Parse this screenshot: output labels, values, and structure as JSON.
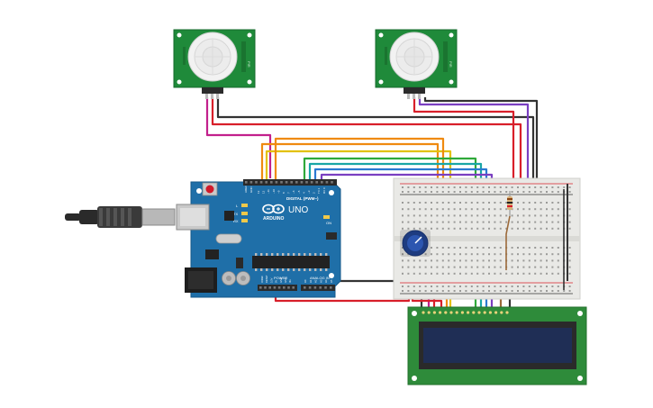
{
  "circuit": {
    "pir_sensor_label": "PIR",
    "board": {
      "brand": "ARDUINO",
      "model": "UNO",
      "digital_label": "DIGITAL (PWM~)",
      "power_label": "POWER",
      "analog_label": "ANALOG IN",
      "aref_label": "AREF",
      "gnd_label": "GND",
      "led_l": "L",
      "led_tx": "TX",
      "led_rx": "RX",
      "on_label": "ON",
      "digital_pins": [
        "13",
        "12",
        "~11",
        "~10",
        "~9",
        "8",
        "7",
        "~6",
        "~5",
        "4",
        "~3",
        "2",
        "TX 1",
        "RX 0"
      ],
      "power_pins": [
        "IOREF",
        "RESET",
        "3.3V",
        "5V",
        "GND",
        "GND",
        "Vin"
      ],
      "analog_pins": [
        "A0",
        "A1",
        "A2",
        "A3",
        "A4",
        "A5"
      ]
    },
    "colors": {
      "board": "#1f6fa8",
      "board_dark": "#175a8a",
      "pir_board": "#1f8a3a",
      "lcd_board": "#2e8b3a",
      "lcd_screen": "#1f2e55",
      "breadboard": "#e9e9e6",
      "wire_black": "#333333",
      "wire_red": "#d81f2a",
      "wire_magenta": "#c2208c",
      "wire_orange": "#ef8a10",
      "wire_yellow": "#e3c10a",
      "wire_green": "#2fa93a",
      "wire_blue": "#2b79d1",
      "wire_purple": "#7a3fc1",
      "wire_brown": "#9c6a3a",
      "wire_teal": "#19a6a6"
    }
  }
}
